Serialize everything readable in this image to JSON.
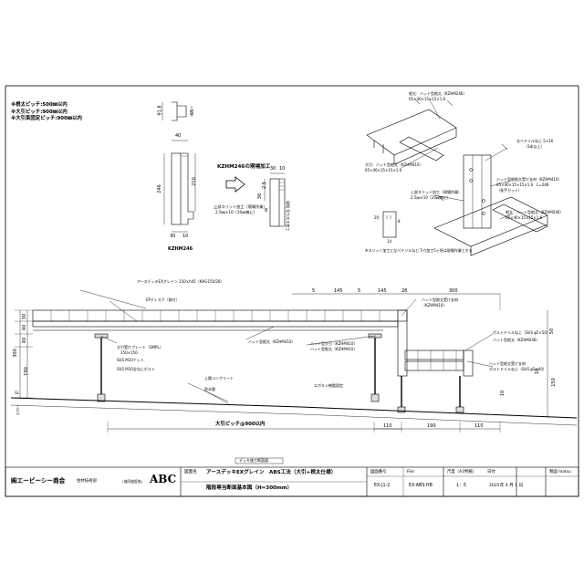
{
  "notes": [
    "※根太ピッチ:500㎜以内",
    "※大引ピッチ:900㎜以内",
    "※大引束固定ピッチ:900㎜以内"
  ],
  "profile": {
    "dims": [
      "91.8",
      "65",
      "40",
      "246",
      "210",
      "30",
      "10"
    ],
    "name": "KZHM246"
  },
  "field_work": {
    "title": "KZHM246の現場加工",
    "dims": [
      "30",
      "10",
      "2.5",
      "36",
      "8"
    ],
    "note1": "上部スリット加工（現場作業）",
    "note2": "2.5㎜×10（10㎜毎に）",
    "side_note": "現場 切り欠き加工"
  },
  "iso": {
    "labels": [
      "根太：ハット型根太（KZHM246）",
      "65×40×15×15×1.6",
      "なべドリルねじ 5×16",
      "（3本以上）",
      "大引：ハット型根太（KZHM410）",
      "65×40×15×15×1.6",
      "ハット型根根太受け支材（KZHM410）",
      "65×40×15×15×1.6　L=248",
      "（長手カット）",
      "上部スリット加工（現場作業）",
      "2.5㎜×10（10㎜毎に）",
      "根太：ハット型根太（KZHM246）",
      "65×40×15×15×1.6",
      "※スリット加工となべドリルねじ下穴加工5ヶ所は現場作業とする"
    ],
    "small_dims": [
      "20",
      "8",
      "14"
    ]
  },
  "section": {
    "labels": [
      "アースデッキEXグレイン 150×h45（KHG150/28）",
      "EPディスク（取付）",
      "ハット型根太（KZHM410）",
      "ハット型根太受け支材",
      "（KZHM410）",
      "ハット型大引（KZHM410）",
      "ハット型根太（KZHM410）",
      "大引受けプレート（SMPL）",
      "150×150",
      "SUS M10ナット",
      "SUS M10全ねじボルト",
      "土間コンクリート",
      "防水層",
      "エポキシ樹脂固定",
      "ボルトドリルねじ（SUS φ5×50）",
      "ハット型根太（KZHM246）",
      "ハット型根太受け支材",
      "ボルトドリルねじ（SUS φ5×40）",
      "大引ピッチ@900以内",
      "GL",
      "ｺﾝｸﾘｰﾄ"
    ],
    "dims": [
      "30",
      "40",
      "40",
      "190",
      "300",
      "5",
      "145",
      "5",
      "145",
      "28",
      "300",
      "110",
      "190",
      "110",
      "50",
      "150",
      "10",
      "10"
    ]
  },
  "caption": "デッキ施工断面図",
  "titleblock": {
    "company": "㈱エービーシー商会",
    "dept": "住材技術部",
    "assoc": "(協同施設協)",
    "logo": "ABC",
    "label_name": "図面名",
    "name1": "アースデッキEXグレイン　ABS工法（大引+根太仕様）",
    "name2": "階段専当断面基本図（H=300mm）",
    "label_no": "図面番号",
    "no": "EX-J1-2",
    "label_file": "File:",
    "file": "EX-ABS-HB",
    "label_scale": "尺度（A3判紙）",
    "scale": "1：5",
    "label_date": "日付",
    "date": "2025年 4 月 1 日",
    "label_author": "製図",
    "author": "matsu"
  }
}
